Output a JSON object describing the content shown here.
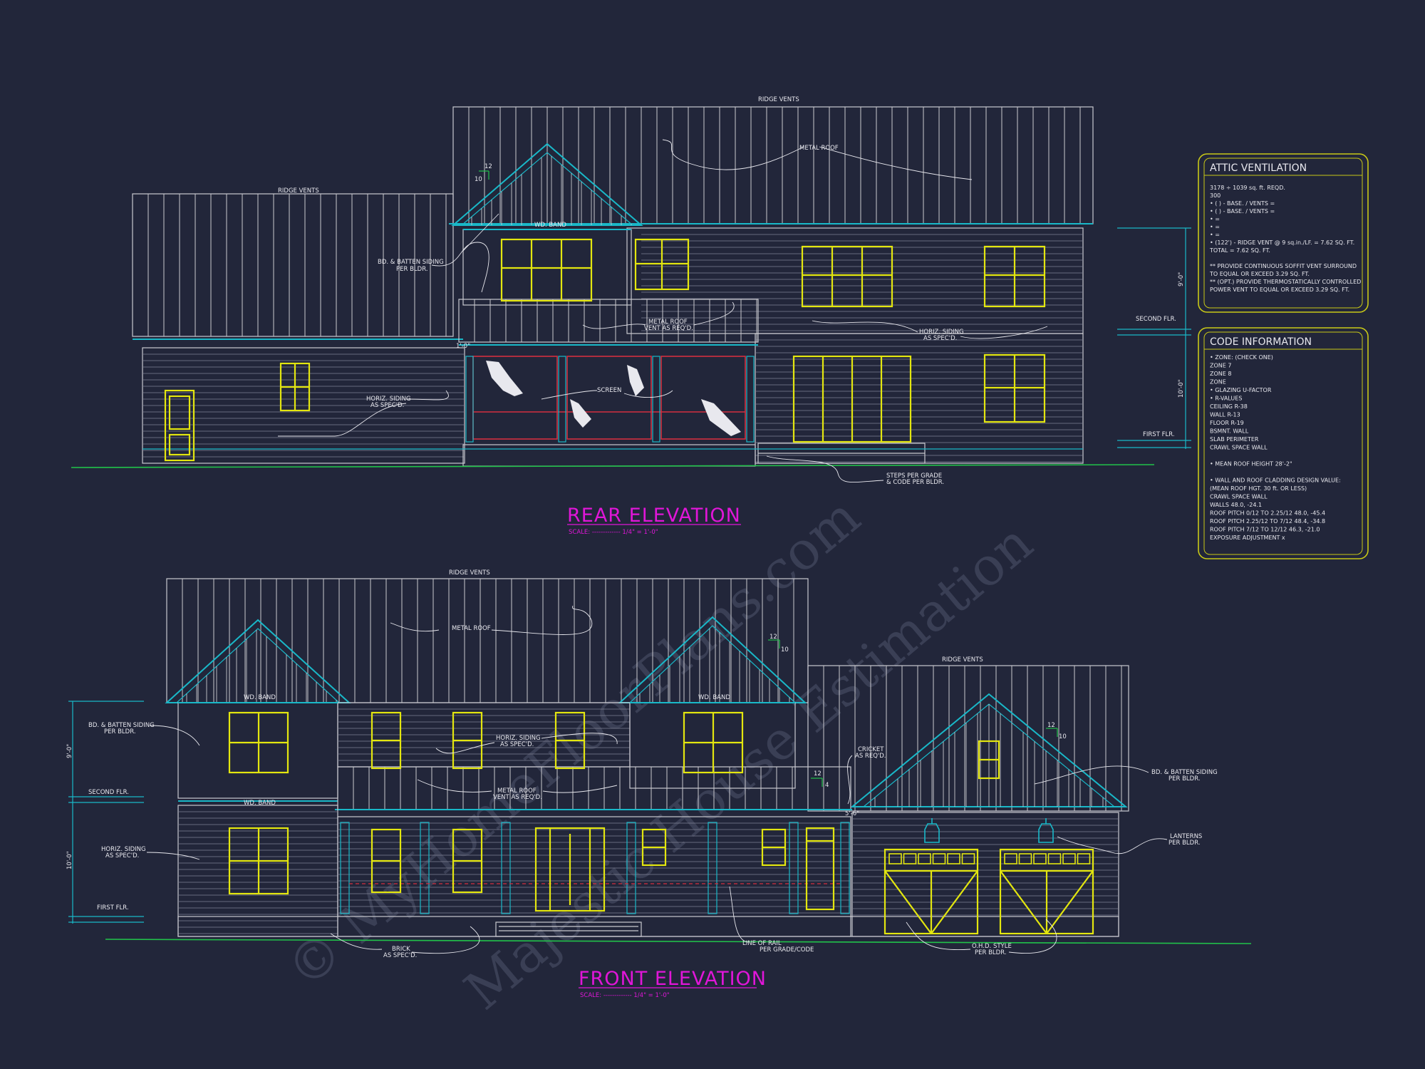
{
  "rear": {
    "title": "REAR ELEVATION",
    "scale": "SCALE: ------------- 1/4\" = 1'-0\"",
    "labels": {
      "ridge_main": "RIDGE VENTS",
      "ridge_left": "RIDGE VENTS",
      "metal_roof": "METAL ROOF",
      "wd_band": "WD. BAND",
      "pitch_12": "12",
      "pitch_10": "10",
      "bb_siding_1": "BD. & BATTEN SIDING",
      "bb_siding_2": "PER BLDR.",
      "metal_vent_1": "METAL ROOF",
      "metal_vent_2": "VENT AS REQ'D.",
      "horiz_right_1": "HORIZ. SIDING",
      "horiz_right_2": "AS SPEC'D.",
      "horiz_left_1": "HORIZ. SIDING",
      "horiz_left_2": "AS SPEC'D.",
      "screen": "SCREEN",
      "steps_1": "STEPS PER GRADE",
      "steps_2": "& CODE PER BLDR.",
      "second_flr": "SECOND FLR.",
      "first_flr": "FIRST FLR.",
      "dim_upper": "9'-0\"",
      "dim_lower": "10'-0\"",
      "small_dim": "1'-0\""
    }
  },
  "front": {
    "title": "FRONT ELEVATION",
    "scale": "SCALE: ------------- 1/4\" = 1'-0\"",
    "labels": {
      "ridge_main": "RIDGE VENTS",
      "ridge_right": "RIDGE VENTS",
      "metal_roof": "METAL ROOF",
      "wd_band_1": "WD. BAND",
      "wd_band_2": "WD. BAND",
      "wd_band_3": "WD. BAND",
      "bb_left_1": "BD. & BATTEN SIDING",
      "bb_left_2": "PER BLDR.",
      "horiz_mid_1": "HORIZ. SIDING",
      "horiz_mid_2": "AS SPEC'D.",
      "horiz_left_1": "HORIZ. SIDING",
      "horiz_left_2": "AS SPEC'D.",
      "metal_vent_1": "METAL ROOF",
      "metal_vent_2": "VENT AS REQ'D.",
      "cricket_1": "CRICKET",
      "cricket_2": "AS REQ'D.",
      "bb_right_1": "BD. & BATTEN SIDING",
      "bb_right_2": "PER BLDR.",
      "lanterns_1": "LANTERNS",
      "lanterns_2": "PER BLDR.",
      "brick_1": "BRICK",
      "brick_2": "AS SPEC'D.",
      "rail_1": "LINE OF RAIL",
      "rail_2": "PER GRADE/CODE",
      "ohd_1": "O.H.D. STYLE",
      "ohd_2": "PER BLDR.",
      "second_flr": "SECOND FLR.",
      "first_flr": "FIRST FLR.",
      "dim_upper": "9'-0\"",
      "dim_lower": "10'-0\"",
      "pitch_12a": "12",
      "pitch_10a": "10",
      "pitch_12b": "12",
      "pitch_4": "4",
      "pitch_12c": "12",
      "pitch_10c": "10",
      "small_dim": "5'-6\""
    }
  },
  "attic": {
    "title": "ATTIC VENTILATION",
    "lines": [
      "3178 ÷ 1039 sq. ft. REQD.",
      "300",
      "• (   ) -          BASE.   /   VENTS  =",
      "• (   ) -          BASE.   /   VENTS  =",
      "•                                            =",
      "•                                            =",
      "•                                            =",
      "• (122') - RIDGE VENT @ 9 sq.in./LF.  =  7.62 SQ. FT.",
      "                                        TOTAL  =  7.62 SQ. FT.",
      "",
      "** PROVIDE CONTINUOUS SOFFIT VENT SURROUND",
      "    TO EQUAL OR EXCEED  3.29 SQ. FT.",
      "** (OPT.) PROVIDE THERMOSTATICALLY CONTROLLED",
      "    POWER VENT TO EQUAL OR EXCEED 3.29 SQ. FT."
    ]
  },
  "code": {
    "title": "CODE INFORMATION",
    "lines": [
      "• ZONE: (CHECK ONE)",
      "        ZONE 7",
      "        ZONE 8",
      "        ZONE",
      "• GLAZING U-FACTOR",
      "• R-VALUES",
      "        CEILING                              R-38",
      "        WALL                                  R-13",
      "        FLOOR                                R-19",
      "        BSMNT. WALL",
      "        SLAB PERIMETER",
      "        CRAWL SPACE WALL",
      "",
      "• MEAN ROOF HEIGHT   28'-2\"",
      "",
      "• WALL AND ROOF CLADDING DESIGN VALUE:",
      "   (MEAN ROOF HGT. 30 ft. OR LESS)",
      "        CRAWL SPACE WALL",
      "        WALLS                                  48.0, -24.1",
      "        ROOF PITCH 0/12 TO 2.25/12    48.0, -45.4",
      "        ROOF PITCH 2.25/12 TO 7/12    48.4, -34.8",
      "        ROOF PITCH 7/12 TO 12/12      46.3, -21.0",
      "        EXPOSURE ADJUSTMENT          x"
    ]
  },
  "watermark": {
    "line1": "© MyHomeFloorPlans.com",
    "line2": "Majestic House Estimation"
  },
  "colors": {
    "background": "#22263a",
    "roof_line": "#c9c9cf",
    "trim": "#19b8c8",
    "window": "#e3e60f",
    "screen": "#d32f3f",
    "title": "#e016d8",
    "ground": "#21c24a",
    "box_border": "#c8c817"
  }
}
